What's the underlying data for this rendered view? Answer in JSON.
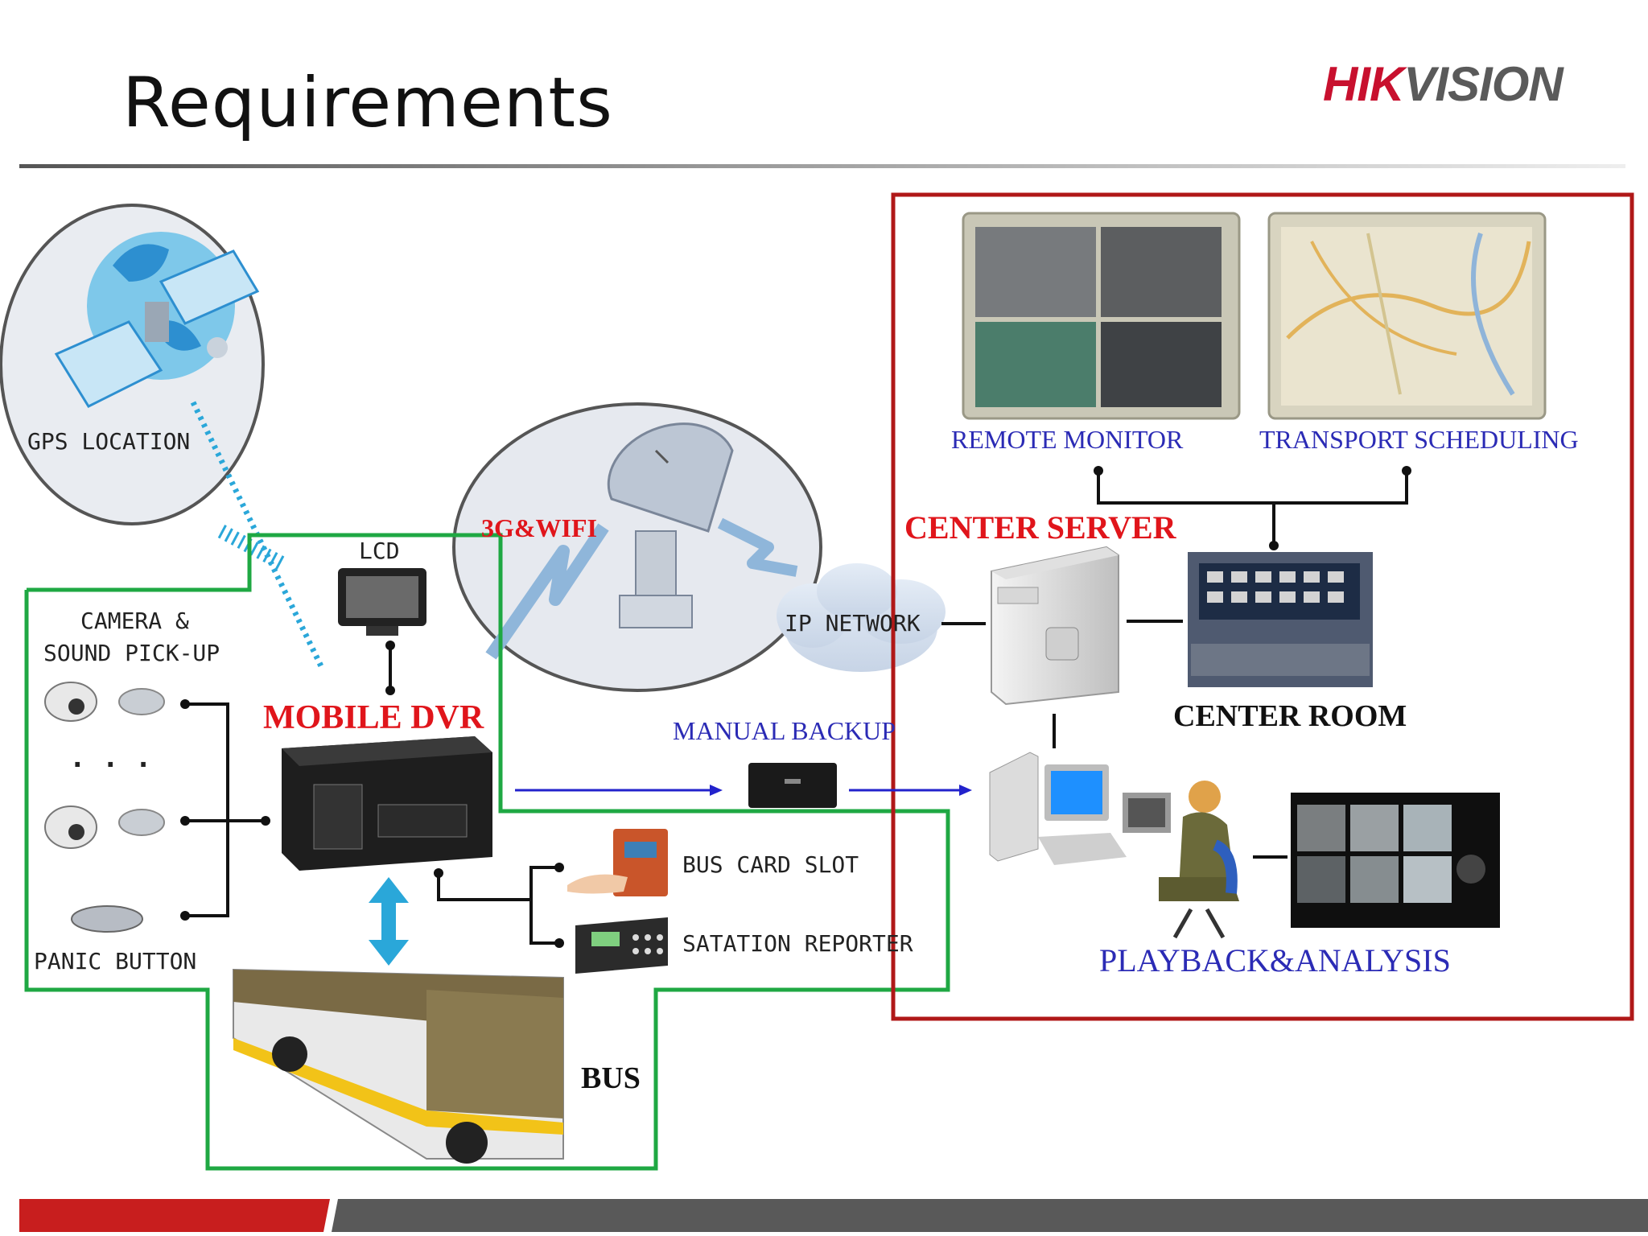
{
  "slide": {
    "title": "Requirements",
    "logo_part1": "HIK",
    "logo_part2": "VISION"
  },
  "labels": {
    "gps": "GPS LOCATION",
    "wifi": "3G&WIFI",
    "lcd": "LCD",
    "camera_line1": "CAMERA &",
    "camera_line2": "SOUND PICK-UP",
    "dots": ". . .",
    "panic": "PANIC BUTTON",
    "mobile_dvr": "MOBILE DVR",
    "ip_network": "IP NETWORK",
    "manual_backup": "MANUAL BACKUP",
    "bus_card": "BUS CARD SLOT",
    "station": "SATATION REPORTER",
    "bus": "BUS",
    "remote_monitor": "REMOTE MONITOR",
    "transport": "TRANSPORT SCHEDULING",
    "center_server": "CENTER SERVER",
    "center_room": "CENTER ROOM",
    "playback": "PLAYBACK&ANALYSIS"
  },
  "colors": {
    "green_box": "#1fa843",
    "red_box": "#b01818",
    "footer_red": "#c81e1e",
    "footer_gray": "#595959",
    "arrow_blue": "#2222cc",
    "accent_cyan": "#2aa7d9"
  }
}
